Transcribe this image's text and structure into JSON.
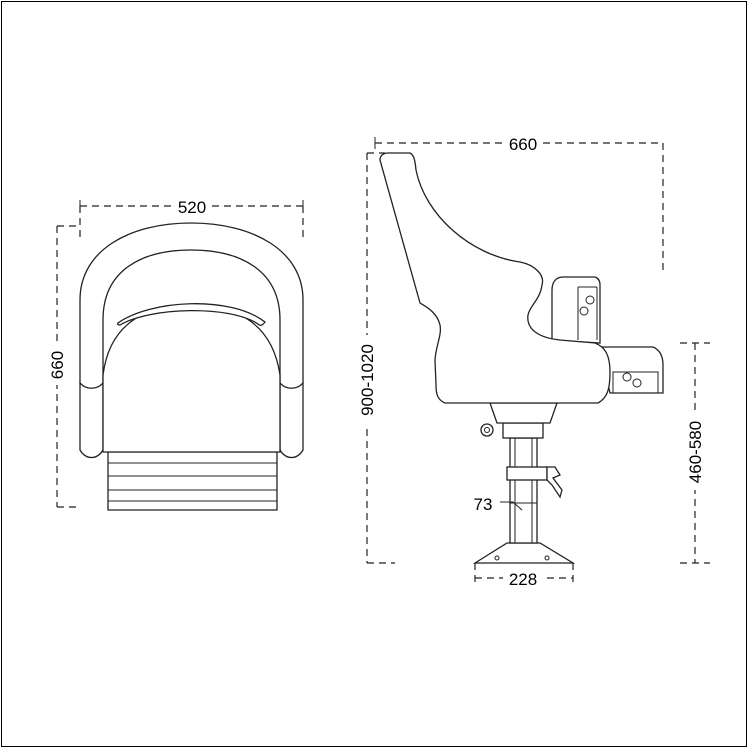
{
  "front_view": {
    "width_label": "520",
    "depth_label": "660"
  },
  "side_view": {
    "depth_label": "660",
    "height_label": "900-1020",
    "seat_height_label": "460-580",
    "column_label": "73",
    "base_label": "228"
  }
}
